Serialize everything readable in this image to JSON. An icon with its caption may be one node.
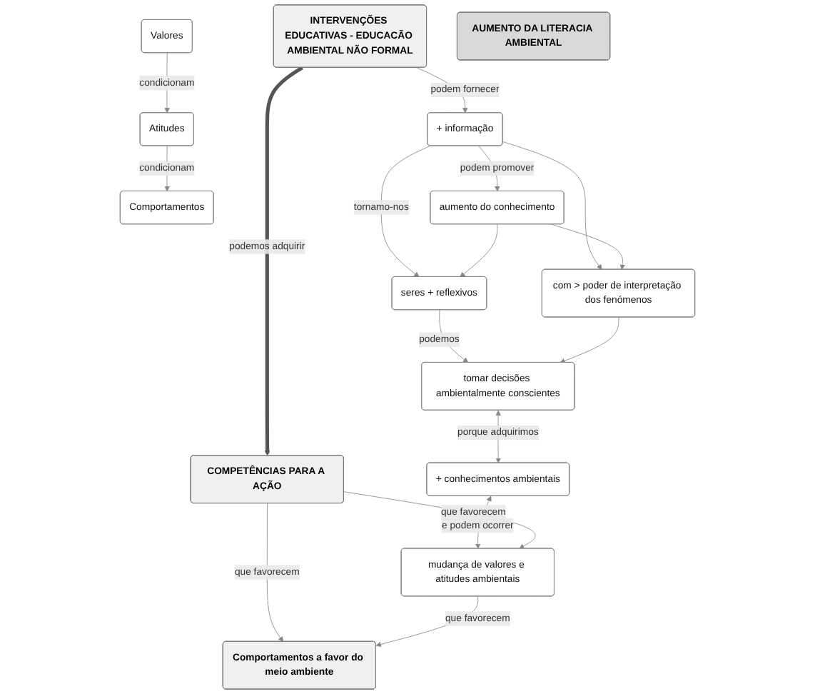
{
  "diagram": {
    "nodes": [
      {
        "text": [
          "Valores"
        ]
      },
      {
        "text": [
          "Atitudes"
        ]
      },
      {
        "text": [
          "Comportamentos"
        ]
      },
      {
        "text": [
          "INTERVENÇÕES EDUCATIVAS - EDUCACÃO AMBIENTAL NÃO FORMAL"
        ]
      },
      {
        "text": [
          "+ informação"
        ]
      },
      {
        "text": [
          "aumento do conhecimento"
        ]
      },
      {
        "text": [
          "seres + reflexivos"
        ]
      },
      {
        "text": [
          "com > poder de interpretação dos fenómenos"
        ]
      },
      {
        "text": [
          "tomar decisões ambientalmente conscientes"
        ]
      },
      {
        "text": [
          "COMPETÊNCIAS PARA A AÇÃO"
        ]
      },
      {
        "text": [
          "+ conhecimentos ambientais"
        ]
      },
      {
        "text": [
          "mudança de valores e atitudes ambientais"
        ]
      },
      {
        "text": [
          "Comportamentos a favor do meio ambiente"
        ]
      },
      {
        "text": [
          "AUMENTO DA LITERACIA AMBIENTAL"
        ]
      }
    ],
    "edges": [
      {
        "from": 0,
        "to": 1,
        "arrow": "to",
        "label": "condicionam"
      },
      {
        "from": 1,
        "to": 2,
        "arrow": "to",
        "label": "condicionam"
      },
      {
        "from": 3,
        "to": 4,
        "arrow": "to",
        "label": "podem fornecer"
      },
      {
        "from": 3,
        "to": 9,
        "arrow": "to",
        "label": "podemos adquirir",
        "style": "thick"
      },
      {
        "from": 4,
        "to": 5,
        "arrow": "to",
        "label": "podem promover"
      },
      {
        "from": 4,
        "to": 6,
        "arrow": "to",
        "label": "tornamo-nos"
      },
      {
        "from": 4,
        "to": 7,
        "arrow": "to"
      },
      {
        "from": 5,
        "to": 6,
        "arrow": "to"
      },
      {
        "from": 5,
        "to": 7,
        "arrow": "to"
      },
      {
        "from": 6,
        "to": 8,
        "arrow": "to",
        "label": "podemos"
      },
      {
        "from": 7,
        "to": 8,
        "arrow": "to"
      },
      {
        "from": 8,
        "to": 10,
        "arrow": "both",
        "label": "porque adquirimos"
      },
      {
        "from": 10,
        "to": 11,
        "arrow": "both",
        "label": "e podem ocorrer"
      },
      {
        "from": 9,
        "to": 12,
        "arrow": "to",
        "label": "que favorecem"
      },
      {
        "from": 9,
        "to": 11,
        "arrow": "to",
        "label": "que favorecem"
      },
      {
        "from": 11,
        "to": 12,
        "arrow": "to",
        "label": "que favorecem"
      }
    ]
  }
}
